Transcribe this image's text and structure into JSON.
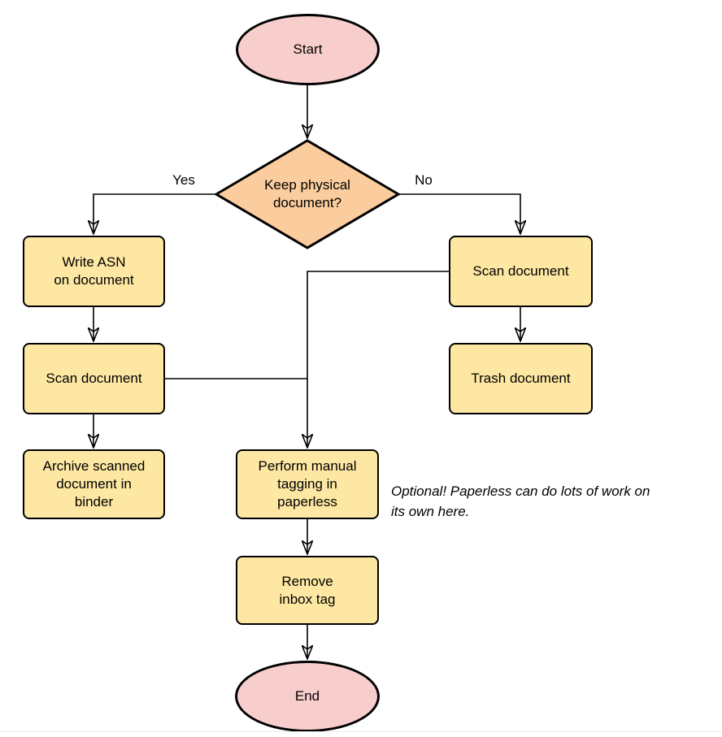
{
  "nodes": {
    "start": {
      "type": "terminator",
      "label": "Start",
      "lines": [
        "Start"
      ]
    },
    "decision": {
      "type": "decision",
      "label": "Keep physical document?",
      "lines": [
        "Keep physical",
        "document?"
      ]
    },
    "write_asn": {
      "type": "process",
      "label": "Write ASN on document",
      "lines": [
        "Write ASN",
        "on document"
      ]
    },
    "scan_left": {
      "type": "process",
      "label": "Scan document",
      "lines": [
        "Scan document"
      ]
    },
    "archive": {
      "type": "process",
      "label": "Archive scanned document in binder",
      "lines": [
        "Archive scanned",
        "document in",
        "binder"
      ]
    },
    "scan_right": {
      "type": "process",
      "label": "Scan document",
      "lines": [
        "Scan document"
      ]
    },
    "trash": {
      "type": "process",
      "label": "Trash document",
      "lines": [
        "Trash document"
      ]
    },
    "tagging": {
      "type": "process",
      "label": "Perform manual tagging in paperless",
      "lines": [
        "Perform manual",
        "tagging in",
        "paperless"
      ]
    },
    "remove_inbox": {
      "type": "process",
      "label": "Remove inbox tag",
      "lines": [
        "Remove",
        "inbox tag"
      ]
    },
    "end": {
      "type": "terminator",
      "label": "End",
      "lines": [
        "End"
      ]
    }
  },
  "edge_labels": {
    "yes": "Yes",
    "no": "No"
  },
  "note": {
    "text": "Optional! Paperless can do lots of work on its own here.",
    "lines": [
      "Optional! Paperless can do lots of work on",
      "its own here."
    ]
  },
  "colors": {
    "terminator_fill": "#F8CECC",
    "decision_fill": "#FBCC9D",
    "process_fill": "#FDE7A3",
    "stroke": "#000000",
    "edge": "#000000",
    "background": "#FFFFFF"
  }
}
